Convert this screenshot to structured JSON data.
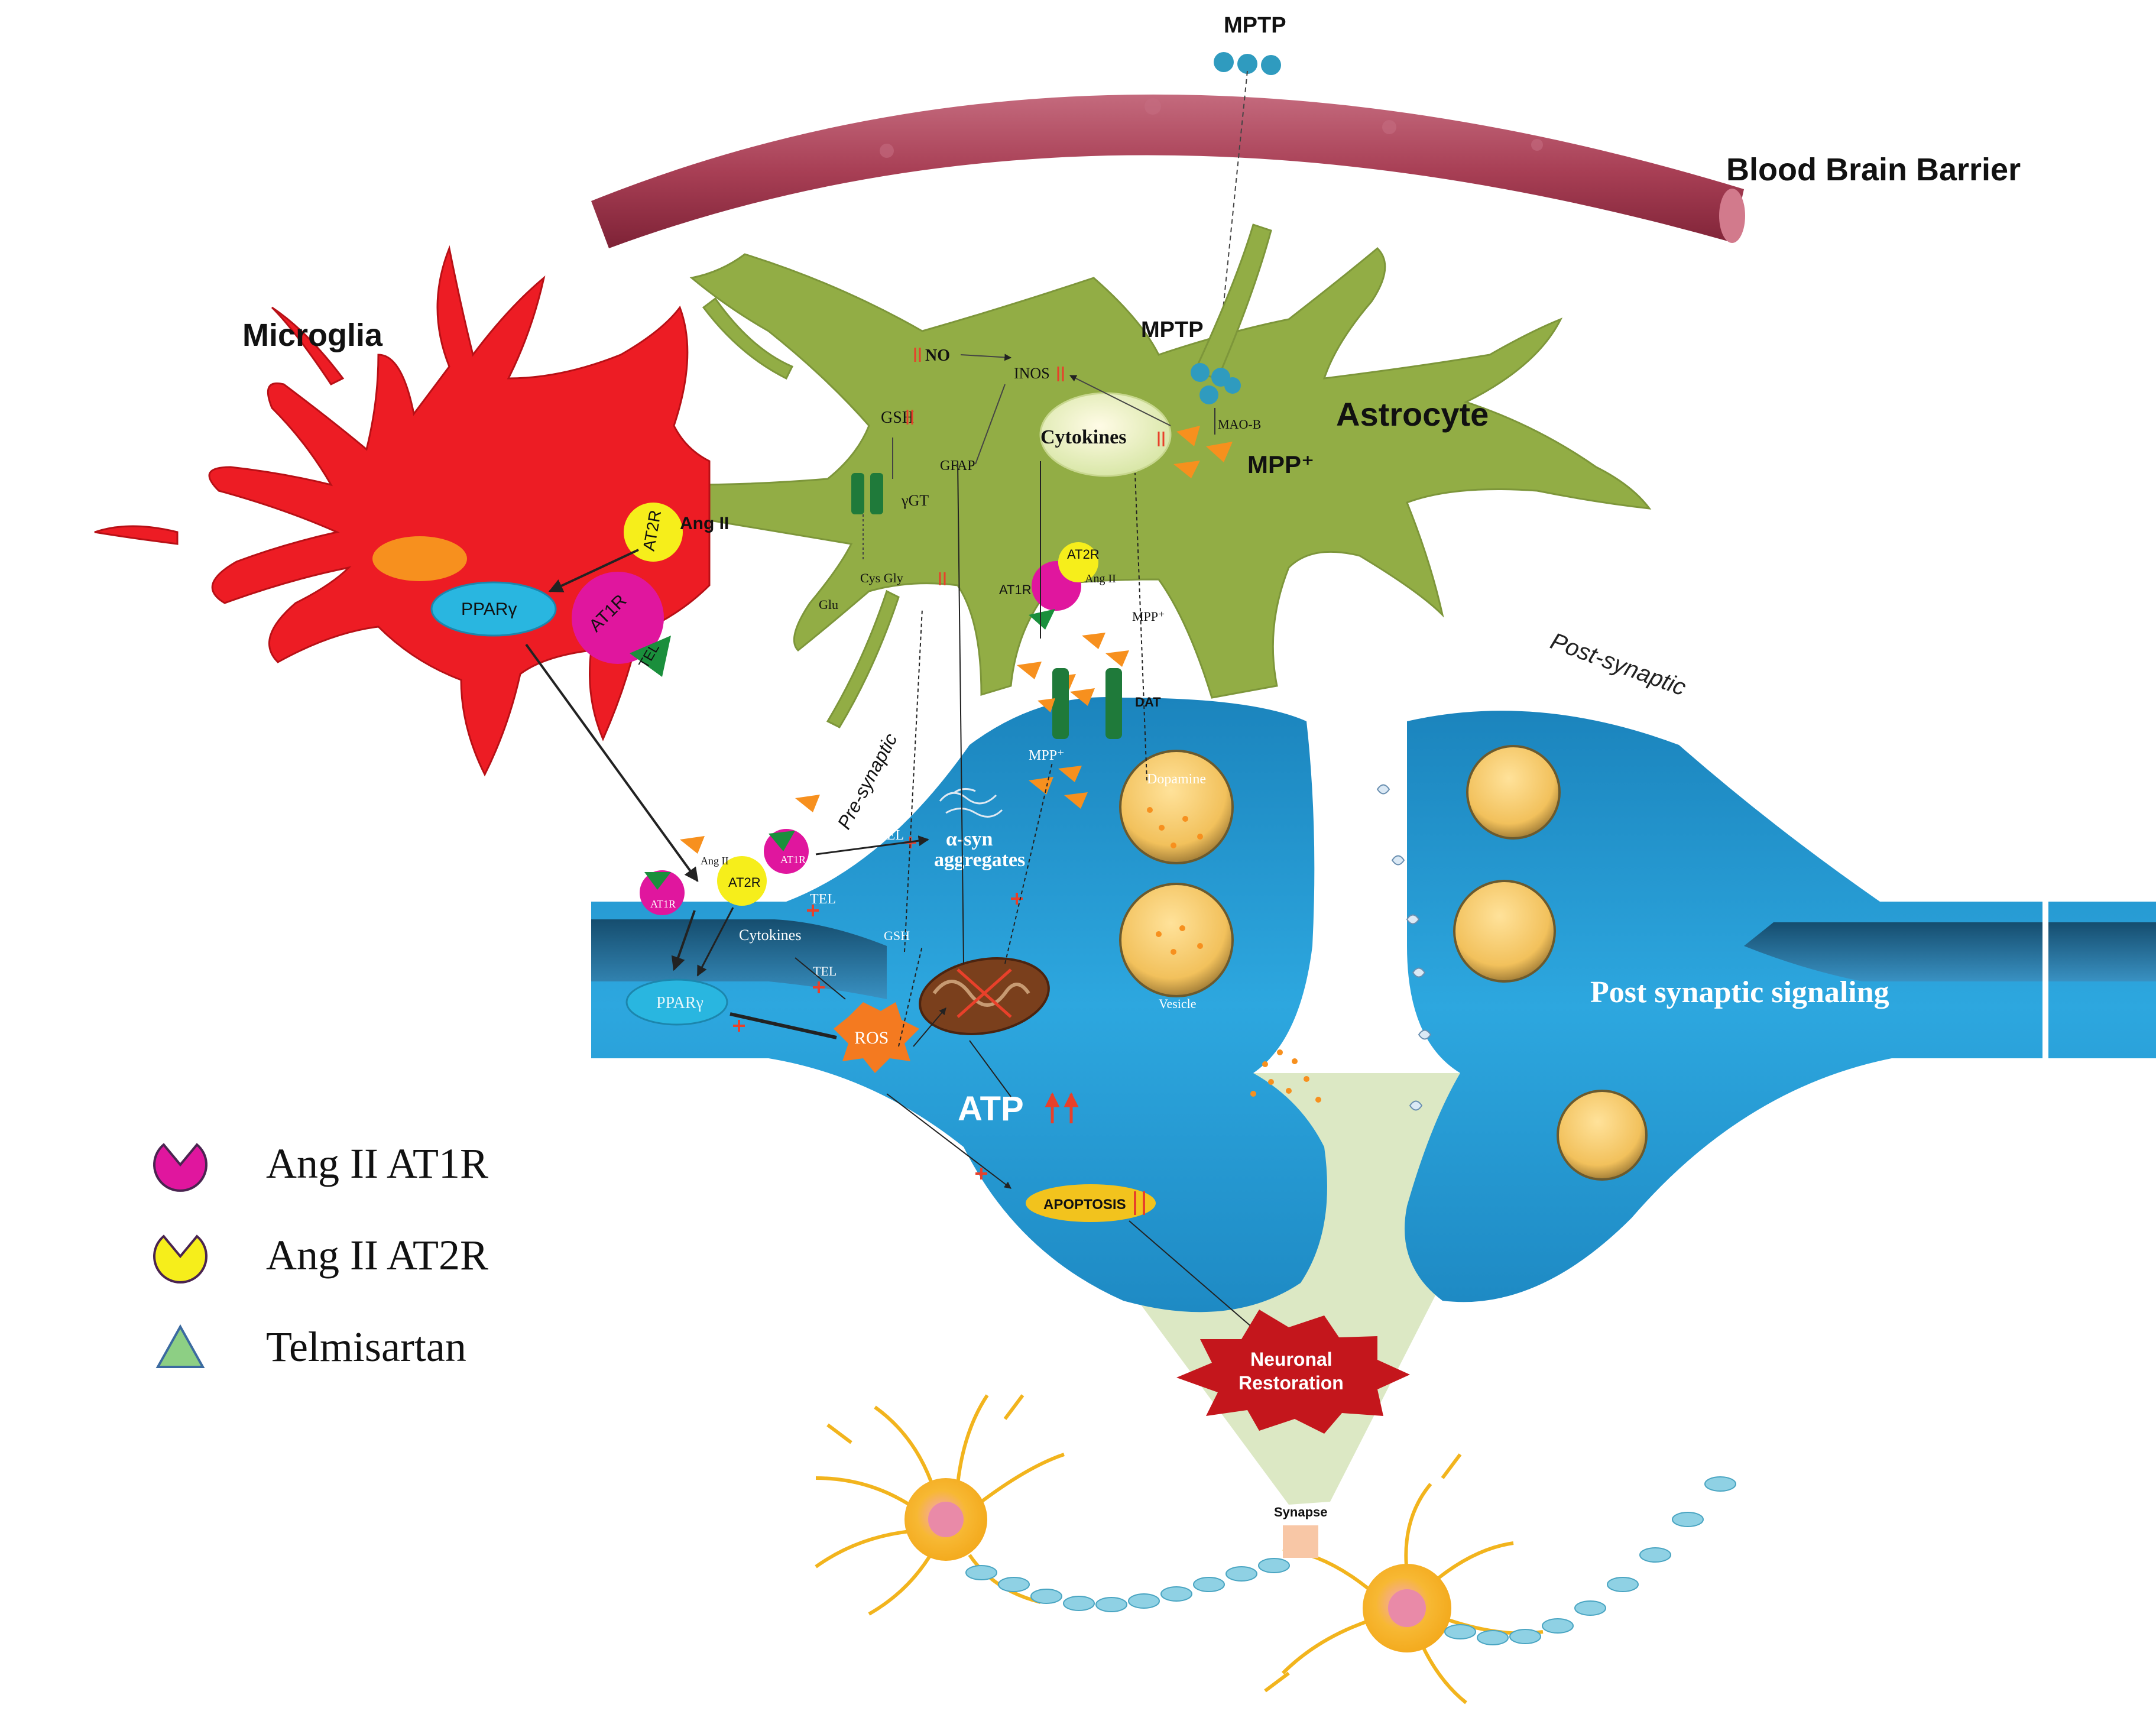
{
  "labels": {
    "mptp_top": "MPTP",
    "bbb": "Blood Brain Barrier",
    "microglia": "Microglia",
    "astrocyte": "Astrocyte",
    "mptp_astro": "MPTP",
    "mpp_astro": "MPP⁺",
    "mpp_mid": "MPP⁺",
    "mpp_pre": "MPP⁺",
    "no": "NO",
    "inos": "INOS",
    "gsh": "GSH",
    "mao_b": "MAO-B",
    "cytokines_astro": "Cytokines",
    "gfap": "GFAP",
    "ygt": "γGT",
    "glu": "Glu",
    "cys_gly": "Cys Gly",
    "dat": "DAT",
    "post_synaptic": "Post-synaptic",
    "pre_synaptic": "Pre-synaptic",
    "dopamine": "Dopamine",
    "vesicle": "Vesicle",
    "post_signaling": "Post synaptic signaling",
    "asyn_1": "α-syn",
    "asyn_2": "aggregates",
    "tel_1": "TEL",
    "tel_2": "TEL",
    "tel_3": "TEL",
    "cytokines_pre": "Cytokines",
    "gsh_pre": "GSH",
    "ppar_micro": "PPARγ",
    "ppar_pre": "PPARγ",
    "ros": "ROS",
    "atp": "ATP",
    "apoptosis": "APOPTOSIS",
    "neuronal_1": "Neuronal",
    "neuronal_2": "Restoration",
    "synapse": "Synapse",
    "ang_ii_micro": "Ang II",
    "at2r_micro": "AT2R",
    "at1r_micro": "AT1R",
    "tel_micro": "TEL",
    "ang_ii_astro": "Ang II",
    "at2r_astro": "AT2R",
    "at1r_astro": "AT1R",
    "ang_ii_pre": "Ang II",
    "at2r_pre": "AT2R",
    "at1r_pre": "AT1R",
    "at1r_pre2": "AT1R"
  },
  "legend": [
    {
      "label": "Ang II AT1R",
      "color": "#e0169e",
      "shape": "pacman"
    },
    {
      "label": "Ang II AT2R",
      "color": "#f6ee1b",
      "shape": "pacman"
    },
    {
      "label": "Telmisartan",
      "color": "#8dcf84",
      "shape": "triangle"
    }
  ],
  "colors": {
    "microglia": "#ed1c24",
    "astrocyte": "#92ad45",
    "neuron_blue": "#2a9fd8",
    "bbb": "#b3495e",
    "mptp": "#2f9bbf",
    "mpp": "#f7901e",
    "at1r": "#e0169e",
    "at2r": "#f6ee1b",
    "telmisartan": "#1a8f3c",
    "ppar": "#29b6e0",
    "ros": "#f47a20",
    "arrow_up": "#e8402a",
    "neuronal_restoration": "#c4161c",
    "neuron_yellow": "#f2b41d"
  }
}
